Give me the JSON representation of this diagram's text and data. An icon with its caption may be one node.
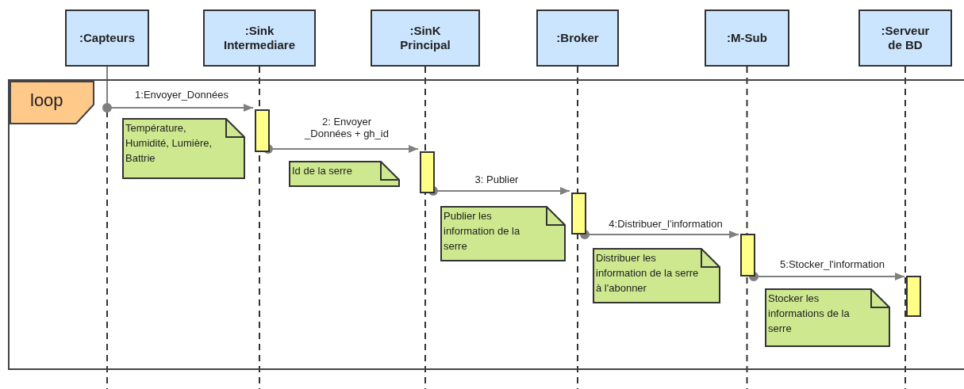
{
  "diagram": {
    "nodes": [
      {
        "text": [
          ":Capteurs"
        ]
      },
      {
        "text": [
          ":Sink Intermediare"
        ]
      },
      {
        "text": [
          ":SinK Principal"
        ]
      },
      {
        "text": [
          ":Broker"
        ]
      },
      {
        "text": [
          ":M-Sub"
        ]
      },
      {
        "text": [
          ":Serveur de BD"
        ]
      },
      {
        "text": [
          "loop"
        ]
      },
      {
        "text": [],
        "shape": "bar",
        "in": 6
      },
      {
        "text": [],
        "shape": "bar",
        "in": 6
      },
      {
        "text": [],
        "shape": "bar",
        "in": 6
      },
      {
        "text": [],
        "shape": "bar",
        "in": 6
      },
      {
        "text": [],
        "shape": "bar",
        "in": 6
      },
      {
        "text": [
          "Température, Humidité, Lumière, Battrie"
        ],
        "in": 6
      },
      {
        "text": [
          "Id de la serre"
        ],
        "in": 6
      },
      {
        "text": [
          "Publier les information de la serre"
        ],
        "in": 6
      },
      {
        "text": [
          "Distribuer les information de la serre à l'abonner"
        ],
        "in": 6
      },
      {
        "text": [
          "Stocker les informations de la serre"
        ],
        "in": 6
      }
    ],
    "edges": [
      {
        "from": 0,
        "to": 7,
        "arrow": "to",
        "label": "1:Envoyer_Données"
      },
      {
        "from": 7,
        "to": 8,
        "arrow": "to",
        "label": "2: Envoyer _Données + gh_id"
      },
      {
        "from": 8,
        "to": 9,
        "arrow": "to",
        "label": "3: Publier"
      },
      {
        "from": 9,
        "to": 10,
        "arrow": "to",
        "label": "4:Distribuer_l'information"
      },
      {
        "from": 10,
        "to": 11,
        "arrow": "to",
        "label": "5:Stocker_l'information"
      }
    ]
  }
}
